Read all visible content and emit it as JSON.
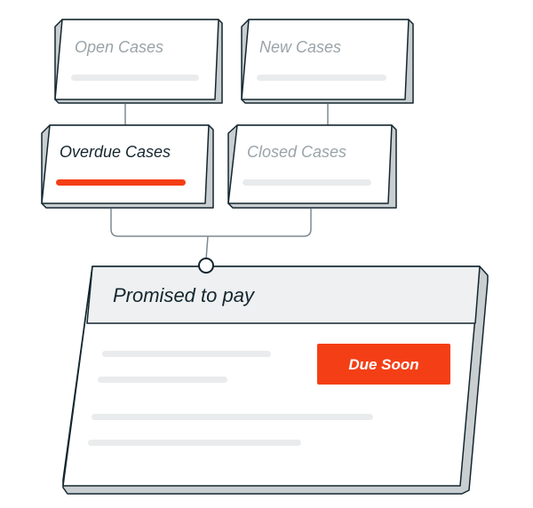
{
  "cards": {
    "open": {
      "title": "Open Cases"
    },
    "new": {
      "title": "New Cases"
    },
    "overdue": {
      "title": "Overdue Cases"
    },
    "closed": {
      "title": "Closed Cases"
    }
  },
  "panel": {
    "title": "Promised to pay",
    "badge": "Due Soon"
  },
  "colors": {
    "accent": "#f43f16",
    "ink": "#14262f",
    "muted_text": "#9aa3a8",
    "placeholder_bar": "#e9ebec"
  }
}
